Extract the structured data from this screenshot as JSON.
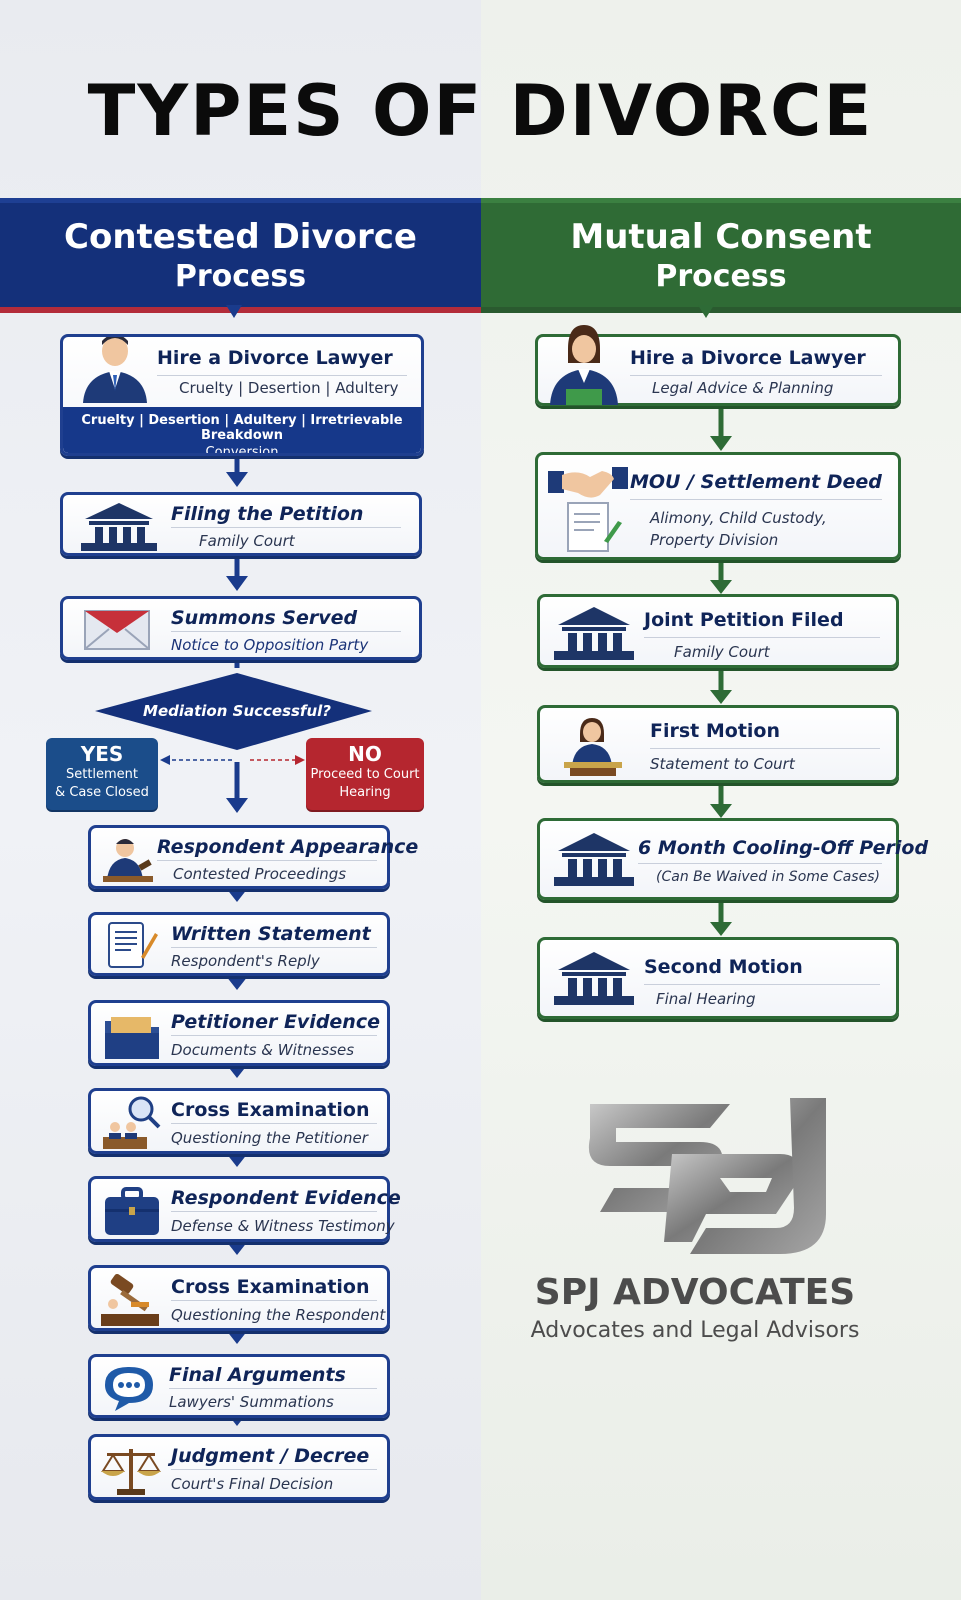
{
  "title": "TYPES OF DIVORCE",
  "contested": {
    "heading_line1": "Contested Divorce",
    "heading_line2": "Process",
    "hire": {
      "title": "Hire a Divorce Lawyer",
      "subtitle": "Cruelty | Desertion | Adultery",
      "grounds": "Cruelty | Desertion | Adultery | Irretrievable Breakdown",
      "grounds2": "Conversion"
    },
    "filing": {
      "title": "Filing the Petition",
      "subtitle": "Family Court"
    },
    "summons": {
      "title": "Summons Served",
      "subtitle": "Notice to Opposition Party"
    },
    "decision": {
      "question": "Mediation Successful?",
      "yes_label": "YES",
      "yes_line1": "Settlement",
      "yes_line2": "& Case Closed",
      "no_label": "NO",
      "no_line1": "Proceed to Court",
      "no_line2": "Hearing"
    },
    "steps": [
      {
        "title": "Respondent Appearance",
        "subtitle": "Contested Proceedings"
      },
      {
        "title": "Written Statement",
        "subtitle": "Respondent's Reply"
      },
      {
        "title": "Petitioner Evidence",
        "subtitle": "Documents & Witnesses"
      },
      {
        "title": "Cross Examination",
        "subtitle": "Questioning the Petitioner"
      },
      {
        "title": "Respondent Evidence",
        "subtitle": "Defense & Witness Testimony"
      },
      {
        "title": "Cross Examination",
        "subtitle": "Questioning the Respondent"
      },
      {
        "title": "Final Arguments",
        "subtitle": "Lawyers' Summations"
      },
      {
        "title": "Judgment / Decree",
        "subtitle": "Court's Final Decision"
      }
    ]
  },
  "mutual": {
    "heading_line1": "Mutual Consent",
    "heading_line2": "Process",
    "steps": [
      {
        "title": "Hire a Divorce Lawyer",
        "subtitle": "Legal Advice & Planning"
      },
      {
        "title": "MOU / Settlement Deed",
        "subtitle": "Alimony, Child Custody,",
        "subtitle2": "Property Division"
      },
      {
        "title": "Joint Petition Filed",
        "subtitle": "Family Court"
      },
      {
        "title": "First Motion",
        "subtitle": "Statement to Court"
      },
      {
        "title": "6 Month Cooling-Off Period",
        "subtitle": "(Can Be Waived in Some Cases)"
      },
      {
        "title": "Second Motion",
        "subtitle": "Final Hearing"
      }
    ]
  },
  "logo": {
    "monogram": "SPJ",
    "name": "SPJ ADVOCATES",
    "tagline": "Advocates and Legal Advisors"
  },
  "colors": {
    "contested_blue": "#14307a",
    "mutual_green": "#2f6b35",
    "accent_red": "#b32c3a"
  }
}
